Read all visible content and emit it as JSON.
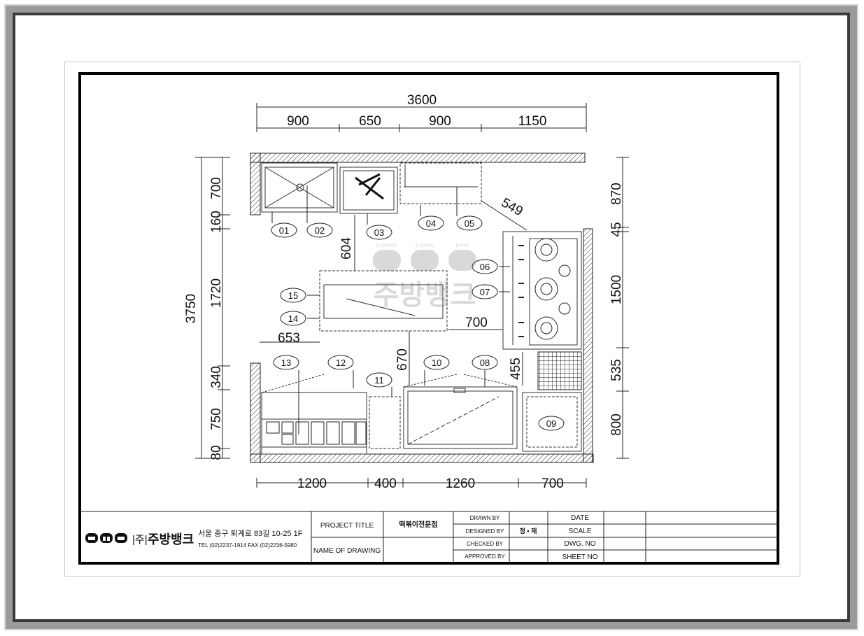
{
  "drawing": {
    "dims_top": {
      "total": "3600",
      "segments": [
        "900",
        "650",
        "900",
        "1150"
      ]
    },
    "dims_bottom": [
      "1200",
      "400",
      "1260",
      "700"
    ],
    "dims_left": {
      "total": "3750",
      "segments": [
        "700",
        "160",
        "1720",
        "340",
        "750",
        "80"
      ]
    },
    "dims_right": [
      "870",
      "45",
      "1500",
      "535",
      "800"
    ],
    "dims_inner": {
      "d549": "549",
      "d604": "604",
      "d653": "653",
      "d700": "700",
      "d670": "670",
      "d455": "455"
    },
    "callouts": [
      "01",
      "02",
      "03",
      "04",
      "05",
      "06",
      "07",
      "08",
      "09",
      "10",
      "11",
      "12",
      "13",
      "14",
      "15"
    ]
  },
  "watermark": {
    "logos": [
      "DAEMON",
      "JUBANG",
      "BANK"
    ],
    "text": "주방뱅크"
  },
  "title_block": {
    "company_mark": "|주|",
    "company_name": "주방뱅크",
    "address": "서울 중구 퇴계로 83길 10-25 1F",
    "phone": "TEL (02)2237-1914 FAX (02)2236-5980",
    "project_title_label": "PROJECT TITLE",
    "project_title_value": "떡볶이전문점",
    "name_of_drawing_label": "NAME OF DRAWING",
    "drawn_by_label": "DRAWN BY",
    "designed_by_label": "DESIGNED BY",
    "designed_by_value": "정 • 재",
    "checked_by_label": "CHECKED BY",
    "approved_by_label": "APPROVED BY",
    "date_label": "DATE",
    "scale_label": "SCALE",
    "dwg_no_label": "DWG. NO",
    "sheet_no_label": "SHEET NO"
  }
}
